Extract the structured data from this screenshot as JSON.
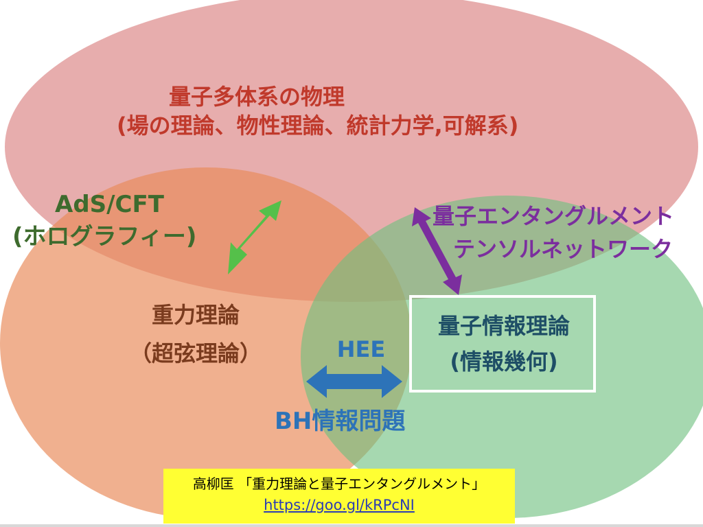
{
  "labels": {
    "many_body_line1": "量子多体系の物理",
    "many_body_line2": "(場の理論、物性理論、統計力学,可解系)",
    "ads_line1": "AdS/CFT",
    "ads_line2": "(ホログラフィー)",
    "gravity_line1": "重力理論",
    "gravity_line2": "（超弦理論）",
    "entanglement_line1": "量子エンタングルメント",
    "entanglement_line2": "テンソルネットワーク",
    "qi_line1": "量子情報理論",
    "qi_line2": "(情報幾何)",
    "hee": "HEE",
    "bh": "BH情報問題"
  },
  "citation": {
    "text": "高柳匡 「重力理論と量子エンタングルメント」",
    "link": "https://goo.gl/kRPcNI"
  },
  "colors": {
    "many_body_ellipse": "#d97b7b",
    "gravity_ellipse": "#e98a5a",
    "qi_ellipse": "#6fc07f",
    "ads_arrow": "#55c04a",
    "entanglement_arrow": "#7b2e9e",
    "hee_arrow": "#2d73b8",
    "citation_bg": "#ffff33"
  }
}
